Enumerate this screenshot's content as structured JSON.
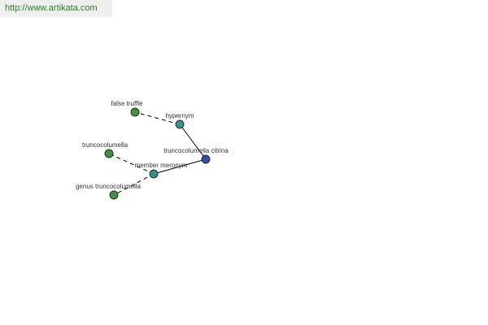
{
  "site": {
    "url": "http://www.artikata.com"
  },
  "colors": {
    "url_text": "#2e7d32",
    "url_bg": "#eef0ee",
    "leaf_node": "#4a8a4a",
    "relation_node": "#3f8a8a",
    "center_node": "#3a4f9a",
    "edge": "#000000"
  },
  "graph": {
    "nodes": {
      "center": {
        "label": "truncocolumella citrina",
        "kind": "center"
      },
      "hypernym": {
        "label": "hypernym",
        "kind": "relation"
      },
      "meronym": {
        "label": "member meronym",
        "kind": "relation"
      },
      "false_truffle": {
        "label": "false truffle",
        "kind": "leaf"
      },
      "truncocolumella": {
        "label": "truncocolumella",
        "kind": "leaf"
      },
      "genus": {
        "label": "genus truncocolumella",
        "kind": "leaf"
      }
    },
    "edges": [
      {
        "from": "center",
        "to": "hypernym",
        "style": "solid"
      },
      {
        "from": "center",
        "to": "meronym",
        "style": "solid"
      },
      {
        "from": "hypernym",
        "to": "false_truffle",
        "style": "dashed"
      },
      {
        "from": "meronym",
        "to": "truncocolumella",
        "style": "dashed"
      },
      {
        "from": "meronym",
        "to": "genus",
        "style": "dashed"
      }
    ]
  }
}
